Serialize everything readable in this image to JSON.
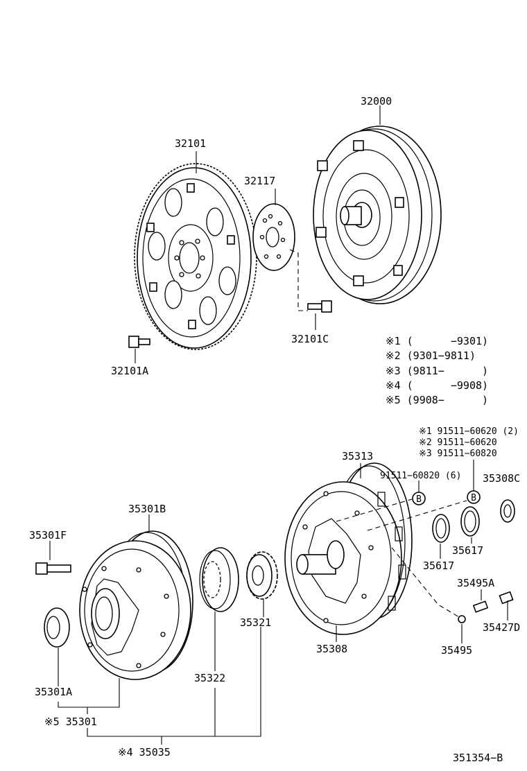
{
  "labels": {
    "p32000": "32000",
    "p32101": "32101",
    "p32117": "32117",
    "p32101C": "32101C",
    "p32101A": "32101A",
    "p35313": "35313",
    "p91511_6": "91511−60820 (6)",
    "p35308C": "35308C",
    "p35301B": "35301B",
    "p35301F": "35301F",
    "p35617a": "35617",
    "p35617b": "35617",
    "p35495A": "35495A",
    "p35321": "35321",
    "p35427D": "35427D",
    "p35308": "35308",
    "p35495": "35495",
    "p35322": "35322",
    "p35301A": "35301A",
    "p35301": "※5 35301",
    "p35035": "※4 35035",
    "circleB1": "B",
    "circleB2": "B"
  },
  "notes": [
    "※1 (      −9301)",
    "※2 (9301−9811)",
    "※3 (9811−      )",
    "※4 (      −9908)",
    "※5 (9908−      )"
  ],
  "bolt_notes": [
    "※1 91511−60620 (2)",
    "※2 91511−60620",
    "※3 91511−60820"
  ],
  "figure_id": "351354−B"
}
